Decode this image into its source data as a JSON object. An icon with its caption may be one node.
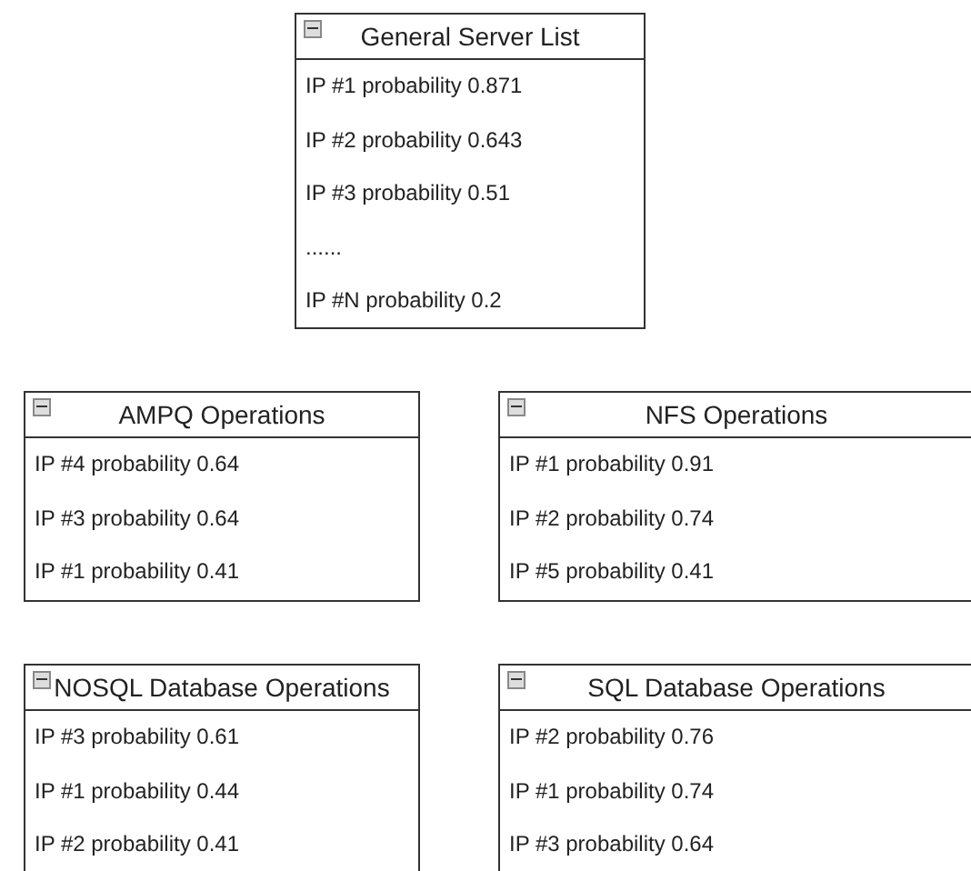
{
  "diagram": {
    "nodes": [
      {
        "text": [
          "General Server List",
          "IP #1 probability 0.871",
          "IP #2 probability 0.643",
          "IP #3 probability 0.51",
          "......",
          "IP #N probability 0.2"
        ]
      },
      {
        "text": [
          "AMPQ Operations",
          "IP #4 probability 0.64",
          "IP #3 probability 0.64",
          "IP #1 probability 0.41"
        ]
      },
      {
        "text": [
          "NFS Operations",
          "IP #1 probability 0.91",
          "IP #2 probability 0.74",
          "IP #5 probability 0.41"
        ]
      },
      {
        "text": [
          "NOSQL Database Operations",
          "IP #3 probability 0.61",
          "IP #1 probability 0.44",
          "IP #2 probability 0.41"
        ]
      },
      {
        "text": [
          "SQL Database Operations",
          "IP #2 probability 0.76",
          "IP #1 probability 0.74",
          "IP #3 probability 0.64"
        ]
      }
    ]
  }
}
